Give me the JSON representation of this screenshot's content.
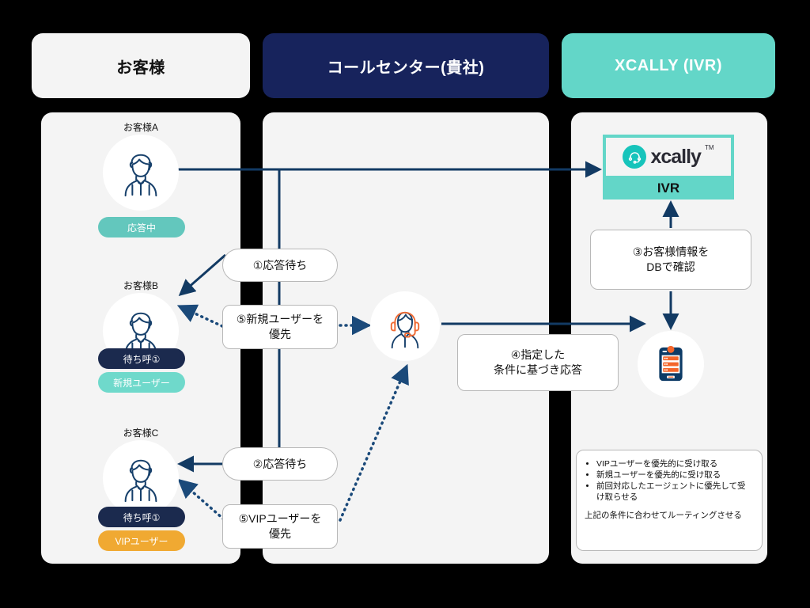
{
  "columns": {
    "customer": {
      "title": "お客様"
    },
    "callcenter": {
      "title": "コールセンター(貴社)"
    },
    "xcally": {
      "title": "XCALLY (IVR)"
    }
  },
  "customers": [
    {
      "name": "お客様A",
      "badges": [
        {
          "text": "応答中",
          "color": "#63c7bd"
        }
      ]
    },
    {
      "name": "お客様B",
      "badges": [
        {
          "text": "待ち呼①",
          "color": "#1b2a4e"
        },
        {
          "text": "新規ユーザー",
          "color": "#6fd9cb"
        }
      ]
    },
    {
      "name": "お客様C",
      "badges": [
        {
          "text": "待ち呼①",
          "color": "#1b2a4e"
        },
        {
          "text": "VIPユーザー",
          "color": "#f0a932"
        }
      ]
    }
  ],
  "steps": {
    "s1": "①応答待ち",
    "s2": "②応答待ち",
    "s3_line1": "③お客様情報を",
    "s3_line2": "DBで確認",
    "s4_line1": "④指定した",
    "s4_line2": "条件に基づき応答",
    "s5_new_line1": "⑤新規ユーザーを",
    "s5_new_line2": "優先",
    "s5_vip_line1": "⑤VIPユーザーを",
    "s5_vip_line2": "優先"
  },
  "xcally": {
    "wordmark": "xcally",
    "tm": "TM",
    "ivr_label": "IVR"
  },
  "rules": {
    "items": [
      "VIPユーザーを優先的に受け取る",
      "新規ユーザーを優先的に受け取る",
      "前回対応したエージェントに優先して受け取らせる"
    ],
    "note": "上記の条件に合わせてルーティングさせる"
  },
  "colors": {
    "navy": "#17235c",
    "teal": "#63d6c8",
    "orange": "#f0672f",
    "panel": "#f4f4f4",
    "line": "#123a63"
  }
}
